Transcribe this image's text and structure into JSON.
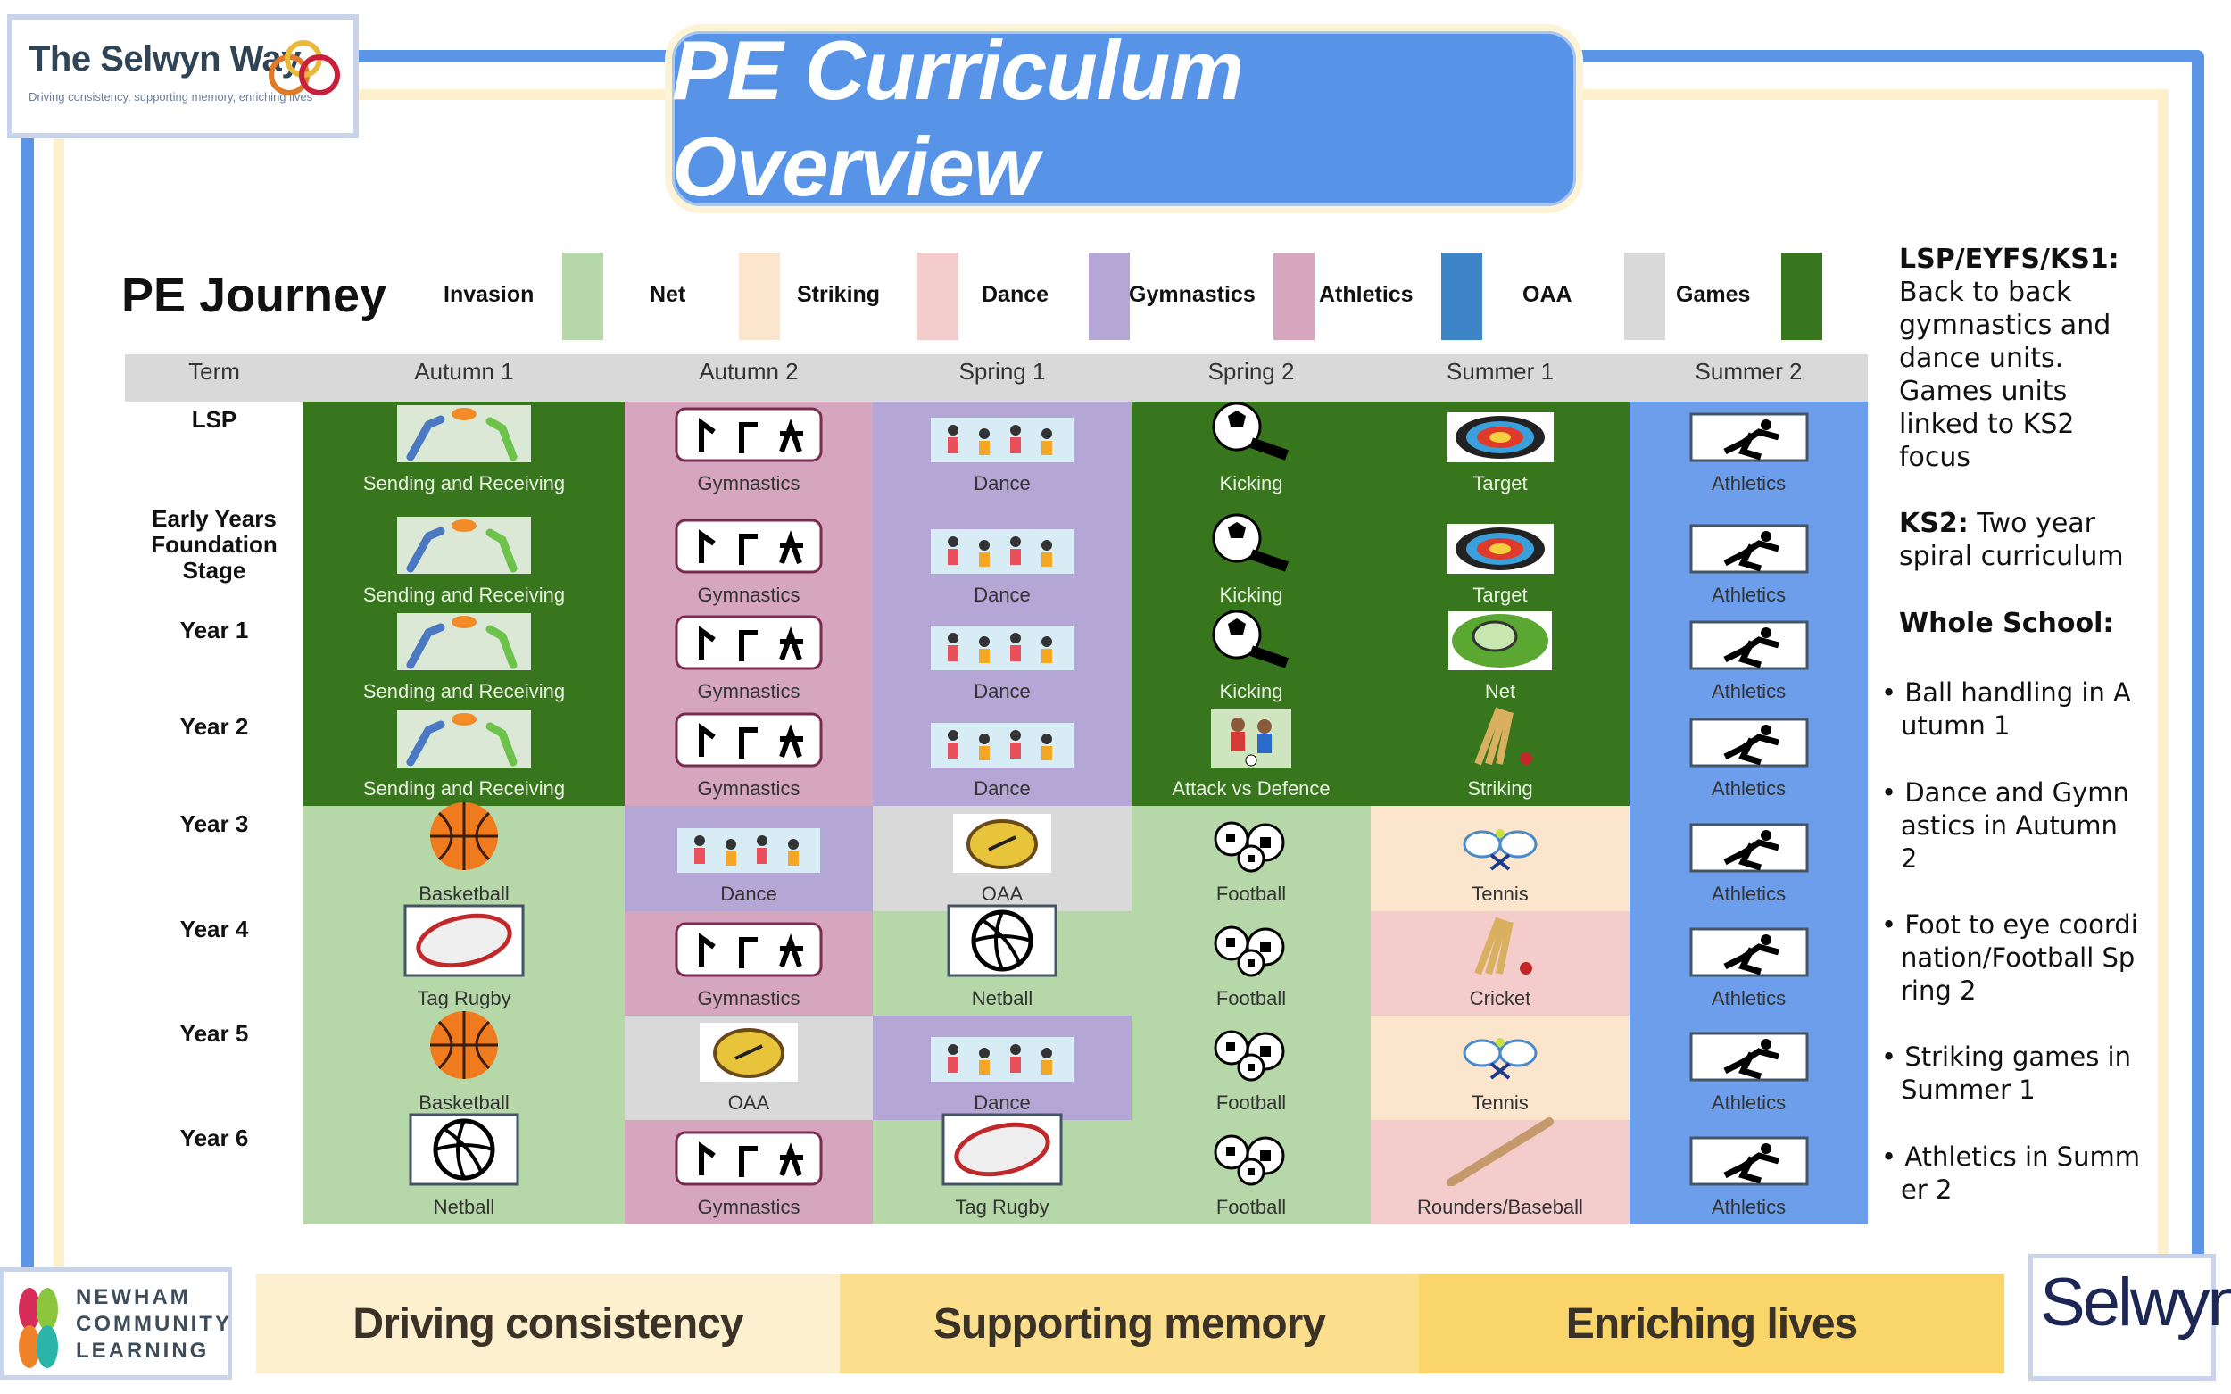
{
  "logo": {
    "name": "The Selwyn Way",
    "tagline": "Driving consistency, supporting memory, enriching lives"
  },
  "title": "PE Curriculum Overview",
  "journey_title": "PE Journey",
  "legend": [
    {
      "label": "Invasion",
      "color": "#b6d7a8"
    },
    {
      "label": "Net",
      "color": "#fce5cd"
    },
    {
      "label": "Striking",
      "color": "#f4cccc"
    },
    {
      "label": "Dance",
      "color": "#b4a7d6"
    },
    {
      "label": "Gymnastics",
      "color": "#d5a6bd"
    },
    {
      "label": "Athletics",
      "color": "#3d85c6"
    },
    {
      "label": "OAA",
      "color": "#d9d9d9"
    },
    {
      "label": "Games",
      "color": "#38761d"
    }
  ],
  "colors": {
    "games": "#38761d",
    "invasion": "#b6d7a8",
    "net": "#fce5cd",
    "striking": "#f4cccc",
    "dance": "#b4a7d6",
    "gym": "#d5a6bd",
    "oaa": "#d9d9d9",
    "ath": "#6d9eeb"
  },
  "headers": [
    "Term",
    "Autumn 1",
    "Autumn 2",
    "Spring 1",
    "Spring 2",
    "Summer 1",
    "Summer 2"
  ],
  "rows": [
    {
      "term": "LSP",
      "cells": [
        [
          "Sending and Receiving",
          "games",
          "throw-icon"
        ],
        [
          "Gymnastics",
          "gym",
          "gymnastics-icon"
        ],
        [
          "Dance",
          "dance",
          "dance-icon"
        ],
        [
          "Kicking",
          "games",
          "kicking-icon"
        ],
        [
          "Target",
          "games",
          "target-icon"
        ],
        [
          "Athletics",
          "ath",
          "athletics-icon"
        ]
      ]
    },
    {
      "term": "Early Years Foundation Stage",
      "cells": [
        [
          "Sending and Receiving",
          "games",
          "throw-icon"
        ],
        [
          "Gymnastics",
          "gym",
          "gymnastics-icon"
        ],
        [
          "Dance",
          "dance",
          "dance-icon"
        ],
        [
          "Kicking",
          "games",
          "kicking-icon"
        ],
        [
          "Target",
          "games",
          "target-icon"
        ],
        [
          "Athletics",
          "ath",
          "athletics-icon"
        ]
      ]
    },
    {
      "term": "Year 1",
      "cells": [
        [
          "Sending and Receiving",
          "games",
          "throw-icon"
        ],
        [
          "Gymnastics",
          "gym",
          "gymnastics-icon"
        ],
        [
          "Dance",
          "dance",
          "dance-icon"
        ],
        [
          "Kicking",
          "games",
          "kicking-icon"
        ],
        [
          "Net",
          "games",
          "net-icon"
        ],
        [
          "Athletics",
          "ath",
          "athletics-icon"
        ]
      ]
    },
    {
      "term": "Year 2",
      "cells": [
        [
          "Sending and Receiving",
          "games",
          "throw-icon"
        ],
        [
          "Gymnastics",
          "gym",
          "gymnastics-icon"
        ],
        [
          "Dance",
          "dance",
          "dance-icon"
        ],
        [
          "Attack vs Defence",
          "games",
          "attack-icon"
        ],
        [
          "Striking",
          "games",
          "cricket-icon"
        ],
        [
          "Athletics",
          "ath",
          "athletics-icon"
        ]
      ]
    },
    {
      "term": "Year 3",
      "cells": [
        [
          "Basketball",
          "invasion",
          "basketball-icon"
        ],
        [
          "Dance",
          "dance",
          "dance-icon"
        ],
        [
          "OAA",
          "oaa",
          "compass-icon"
        ],
        [
          "Football",
          "invasion",
          "football-icon"
        ],
        [
          "Tennis",
          "net",
          "tennis-icon"
        ],
        [
          "Athletics",
          "ath",
          "athletics-icon"
        ]
      ]
    },
    {
      "term": "Year 4",
      "cells": [
        [
          "Tag Rugby",
          "invasion",
          "rugby-icon"
        ],
        [
          "Gymnastics",
          "gym",
          "gymnastics-icon"
        ],
        [
          "Netball",
          "invasion",
          "netball-icon"
        ],
        [
          "Football",
          "invasion",
          "football-icon"
        ],
        [
          "Cricket",
          "striking",
          "cricket-icon"
        ],
        [
          "Athletics",
          "ath",
          "athletics-icon"
        ]
      ]
    },
    {
      "term": "Year 5",
      "cells": [
        [
          "Basketball",
          "invasion",
          "basketball-icon"
        ],
        [
          "OAA",
          "oaa",
          "compass-icon"
        ],
        [
          "Dance",
          "dance",
          "dance-icon"
        ],
        [
          "Football",
          "invasion",
          "football-icon"
        ],
        [
          "Tennis",
          "net",
          "tennis-icon"
        ],
        [
          "Athletics",
          "ath",
          "athletics-icon"
        ]
      ]
    },
    {
      "term": "Year 6",
      "cells": [
        [
          "Netball",
          "invasion",
          "netball-icon"
        ],
        [
          "Gymnastics",
          "gym",
          "gymnastics-icon"
        ],
        [
          "Tag Rugby",
          "invasion",
          "rugby-icon"
        ],
        [
          "Football",
          "invasion",
          "football-icon"
        ],
        [
          "Rounders/Baseball",
          "striking",
          "bat-icon"
        ],
        [
          "Athletics",
          "ath",
          "athletics-icon"
        ]
      ]
    }
  ],
  "side": {
    "lsp_heading": "LSP/EYFS/KS1:",
    "lsp_text": "Back to back gymnastics and dance units. Games units linked to KS2 focus",
    "ks2_heading": "KS2:",
    "ks2_text": "Two year spiral curriculum",
    "whole_heading": "Whole School:",
    "bullets": [
      "Ball handling in Autumn 1",
      "Dance and Gymnastics in Autumn 2",
      "Foot to eye coordination/Football Spring 2",
      "Striking games in Summer 1",
      "Athletics in Summer 2"
    ]
  },
  "footer": {
    "ncl_logo": "NEWHAM COMMUNITY LEARNING",
    "selwyn_logo": "Selwyn",
    "segments": [
      {
        "label": "Driving consistency",
        "color": "#fdf0cf"
      },
      {
        "label": "Supporting memory",
        "color": "#fbdf8c"
      },
      {
        "label": "Enriching lives",
        "color": "#fad56a"
      }
    ]
  }
}
